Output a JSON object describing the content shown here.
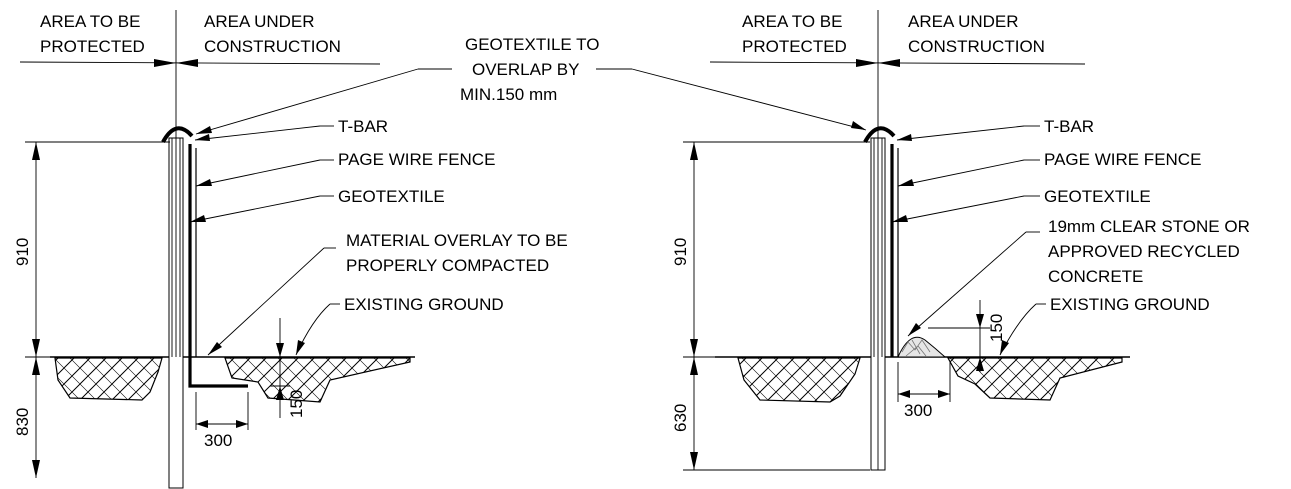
{
  "left_detail": {
    "area_protected": [
      "AREA TO BE",
      "PROTECTED"
    ],
    "area_construction": [
      "AREA UNDER",
      "CONSTRUCTION"
    ],
    "t_bar": "T-BAR",
    "page_wire_fence": "PAGE WIRE FENCE",
    "geotextile": "GEOTEXTILE",
    "material_overlay": [
      "MATERIAL OVERLAY TO BE",
      "PROPERLY COMPACTED"
    ],
    "existing_ground": "EXISTING  GROUND",
    "dim_above": "910",
    "dim_below": "830",
    "dim_trench_width": "300",
    "dim_trench_depth": "150"
  },
  "shared": {
    "geotextile_overlap": [
      "GEOTEXTILE TO",
      "OVERLAP BY",
      "MIN.150 mm"
    ]
  },
  "right_detail": {
    "area_protected": [
      "AREA TO BE",
      "PROTECTED"
    ],
    "area_construction": [
      "AREA UNDER",
      "CONSTRUCTION"
    ],
    "t_bar": "T-BAR",
    "page_wire_fence": "PAGE WIRE FENCE",
    "geotextile": "GEOTEXTILE",
    "clear_stone": [
      "19mm CLEAR STONE OR",
      "APPROVED RECYCLED",
      "CONCRETE"
    ],
    "existing_ground": "EXISTING  GROUND",
    "dim_above": "910",
    "dim_below": "630",
    "dim_width": "300",
    "dim_height": "150"
  }
}
